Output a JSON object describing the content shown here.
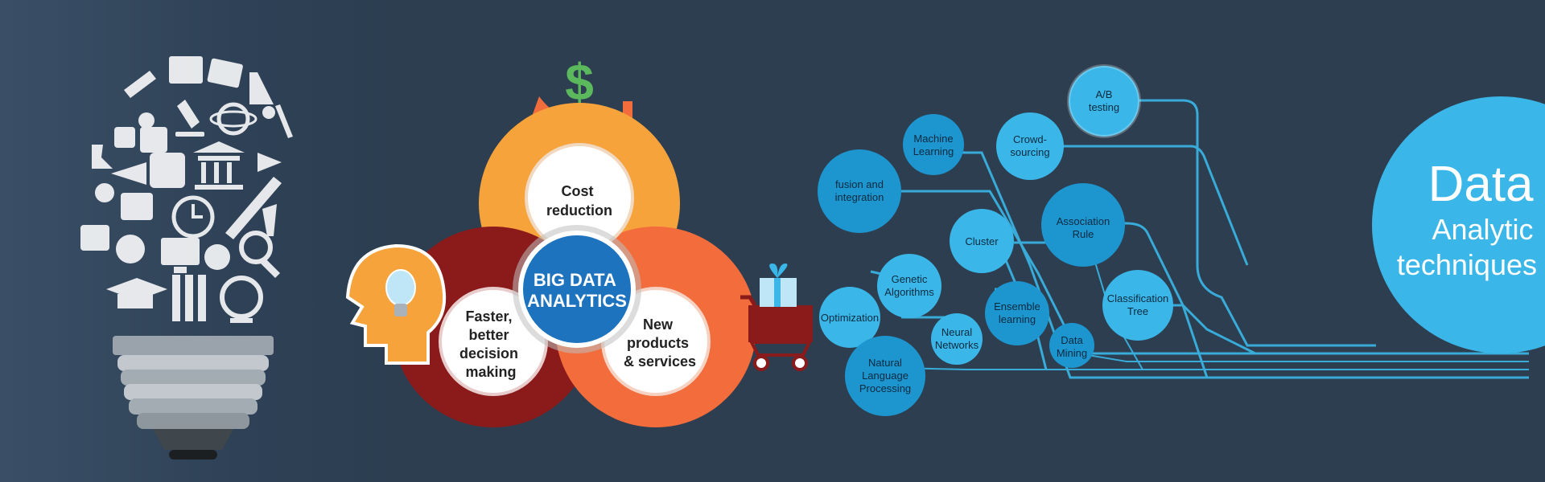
{
  "colors": {
    "background": "#2c3e50",
    "lightbulb_icons": "#ffffff",
    "ring_orange": "#f7a33c",
    "ring_dark_red": "#8b1a1a",
    "ring_coral": "#f26c3c",
    "center_blue": "#1e73be",
    "bubble_blue": "#3ab7e8",
    "bubble_dark": "#1d95cf",
    "line_blue": "#3ab7e8",
    "dollar_green": "#5cb85c"
  },
  "icons": [
    "lightbulb-icon",
    "dollar-icon",
    "hand-icon",
    "head-lightbulb-icon",
    "shopping-cart-icon",
    "gift-icon"
  ],
  "venn": {
    "center": "BIG DATA ANALYTICS",
    "center_lines": [
      "BIG DATA",
      "ANALYTICS"
    ],
    "top_lines": [
      "Cost",
      "reduction"
    ],
    "left_lines": [
      "Faster,",
      "better",
      "decision",
      "making"
    ],
    "right_lines": [
      "New",
      "products",
      "& services"
    ]
  },
  "techniques": {
    "title_lines": [
      "Data",
      "Analytic",
      "techniques"
    ],
    "bubbles": [
      {
        "id": "ab",
        "lines": [
          "A/B",
          "testing"
        ]
      },
      {
        "id": "ml",
        "lines": [
          "Machine",
          "Learning"
        ]
      },
      {
        "id": "crowd",
        "lines": [
          "Crowd-",
          "sourcing"
        ]
      },
      {
        "id": "fusion",
        "lines": [
          "fusion and",
          "integration"
        ]
      },
      {
        "id": "cluster",
        "lines": [
          "Cluster"
        ]
      },
      {
        "id": "assoc",
        "lines": [
          "Association",
          "Rule"
        ]
      },
      {
        "id": "genetic",
        "lines": [
          "Genetic",
          "Algorithms"
        ]
      },
      {
        "id": "ensemble",
        "lines": [
          "Ensemble",
          "learning"
        ]
      },
      {
        "id": "class",
        "lines": [
          "Classification",
          "Tree"
        ]
      },
      {
        "id": "optim",
        "lines": [
          "Optimization"
        ]
      },
      {
        "id": "neural",
        "lines": [
          "Neural",
          "Networks"
        ]
      },
      {
        "id": "datamining",
        "lines": [
          "Data",
          "Mining"
        ]
      },
      {
        "id": "nlp",
        "lines": [
          "Natural",
          "Language",
          "Processing"
        ]
      }
    ]
  }
}
